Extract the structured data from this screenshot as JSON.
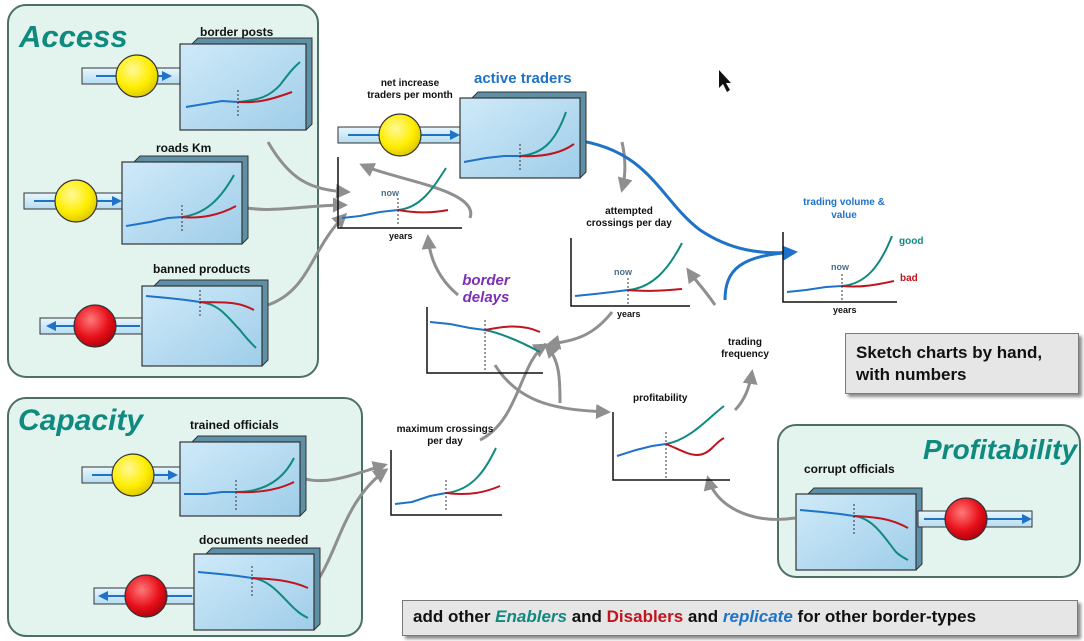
{
  "sections": {
    "access": "Access",
    "capacity": "Capacity",
    "profitability": "Profitability"
  },
  "stocks": {
    "border_posts": "border posts",
    "roads_km": "roads Km",
    "banned_products": "banned products",
    "trained_officials": "trained officials",
    "documents_needed": "documents needed",
    "active_traders": "active traders",
    "corrupt_officials": "corrupt officials"
  },
  "variables": {
    "net_increase": "net increase\ntraders per month",
    "attempted_crossings": "attempted\ncrossings per day",
    "trading_volume": "trading volume &\nvalue",
    "border_delays": "border\ndelays",
    "maximum_crossings": "maximum crossings\nper day",
    "profitability": "profitability",
    "trading_frequency": "trading\nfrequency"
  },
  "chart_labels": {
    "now": "now",
    "years": "years",
    "good": "good",
    "bad": "bad"
  },
  "notes": {
    "sketch": "Sketch charts by hand,\nwith numbers",
    "footer": {
      "t1": "add other ",
      "enablers": "Enablers",
      "t2": " and ",
      "disablers": "Disablers",
      "t3": " and ",
      "replicate": "replicate",
      "t4": " for other border-types"
    }
  },
  "colors": {
    "teal": "#108a7f",
    "red": "#c0151f",
    "blue": "#1565c0",
    "purple": "#7a2fb5",
    "panel_fill": "#e3f4ef",
    "panel_border": "#4d6f68",
    "valve_yellow": "#ffee00",
    "valve_red": "#e8101a",
    "stock_fill": "#b4dcf2"
  }
}
